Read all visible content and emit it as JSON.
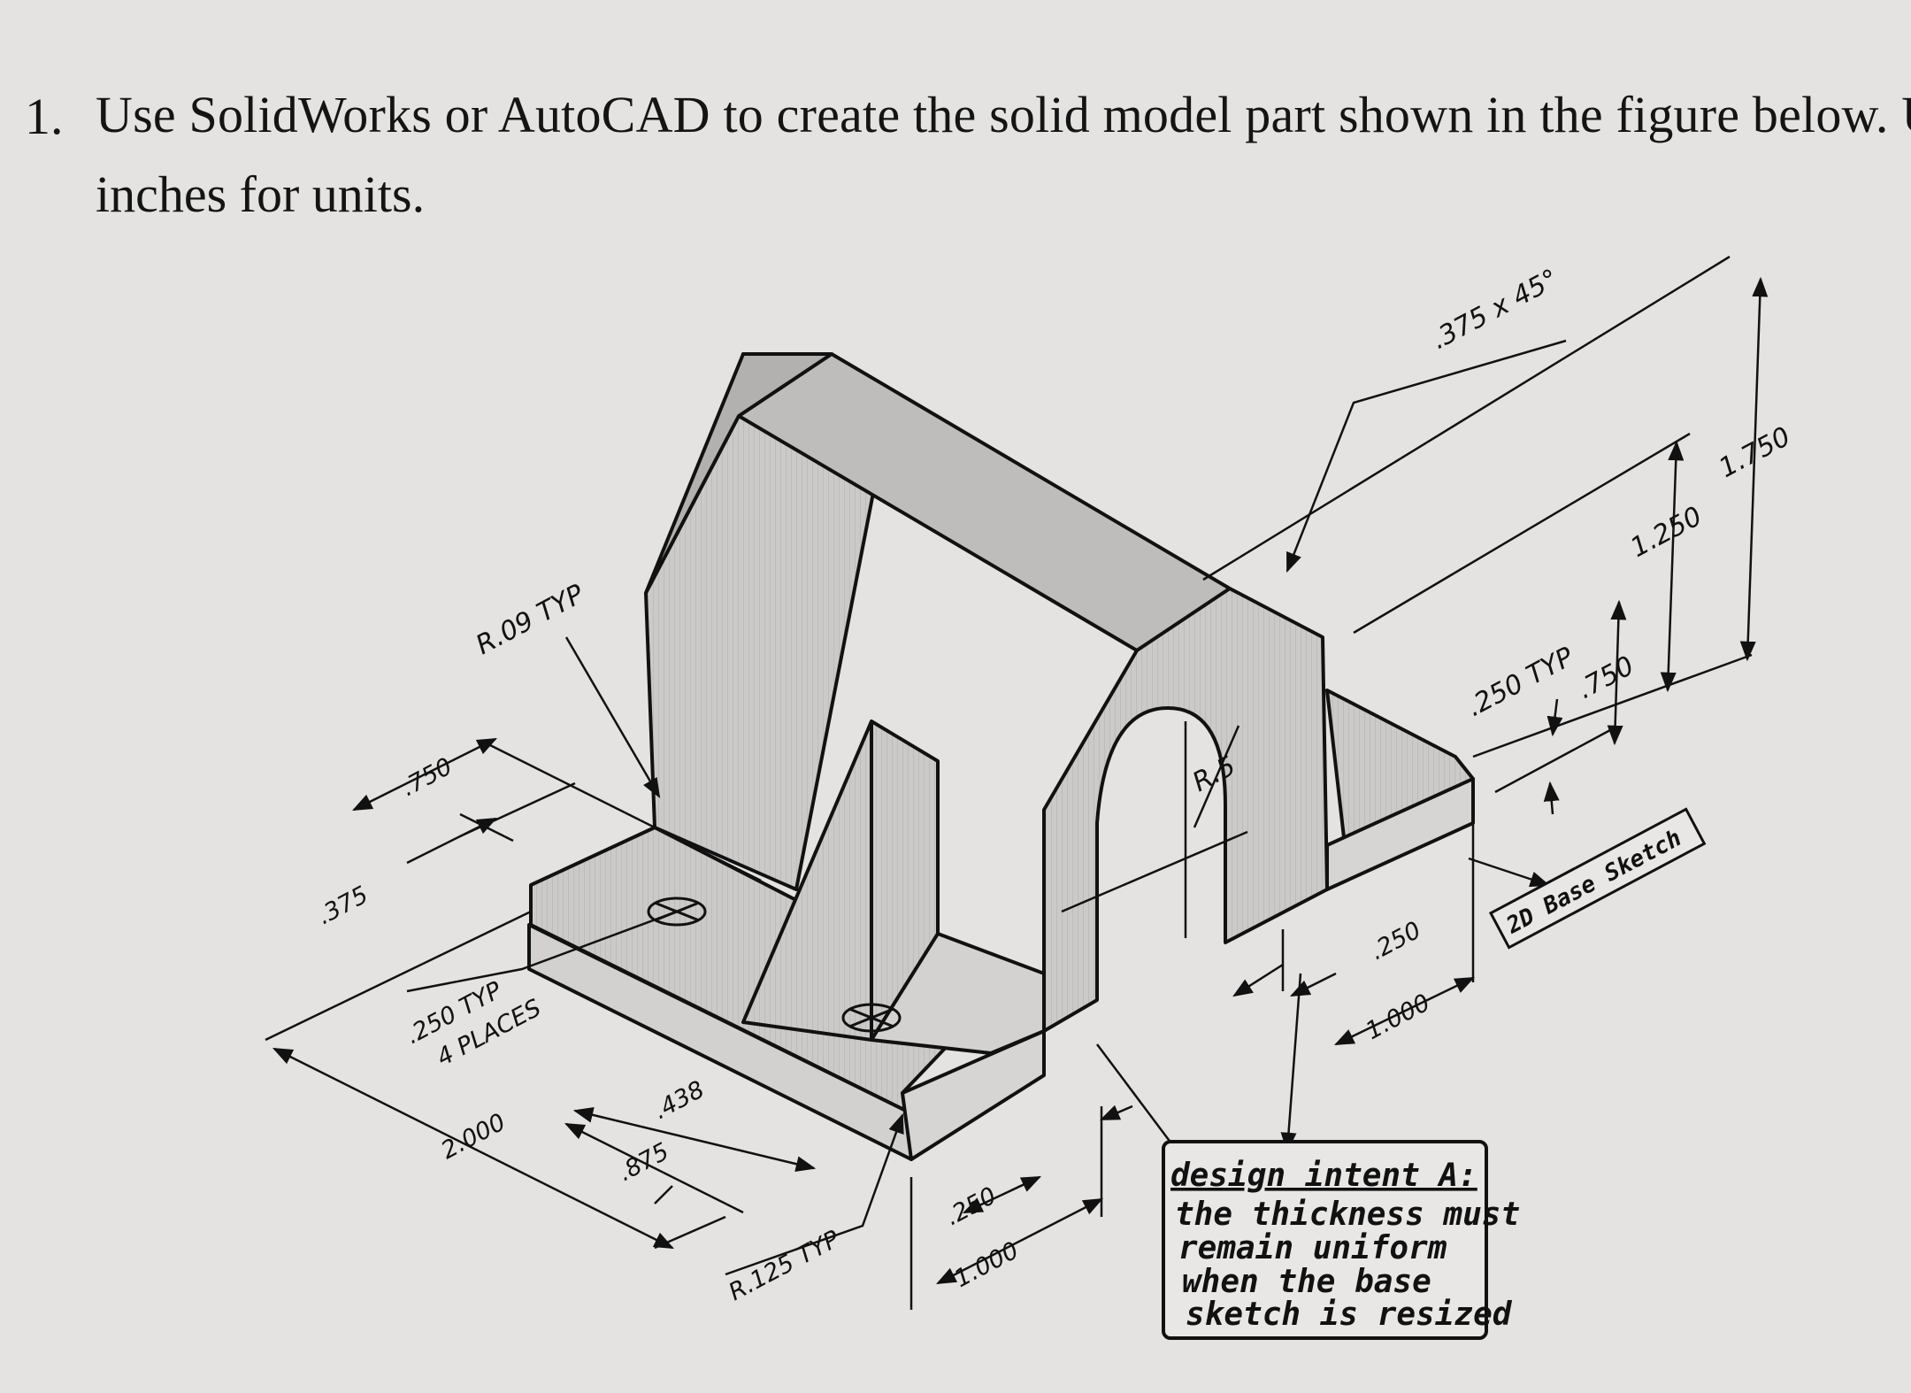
{
  "question": {
    "number": "1.",
    "line1": "Use SolidWorks or AutoCAD to create the solid model part shown in the figure below. Use",
    "line2": "inches for units."
  },
  "dimensions": {
    "chamfer": ".375 x 45°",
    "overall_height": "1.750",
    "upper_height": "1.250",
    "slot_height": ".750",
    "typ_thickness": ".250 TYP",
    "arch_radius": "R.5",
    "fillet_radius": "R.09 TYP",
    "front_width": ".750",
    "front_offset": ".375",
    "hole_thickness": ".250 TYP",
    "hole_places": "4 PLACES",
    "base_width": "2.000",
    "hole_offset_a": ".438",
    "hole_offset_b": ".875",
    "corner_radius": "R.125 TYP",
    "right_250": ".250",
    "right_1000": "1.000",
    "bottom_250": ".250",
    "bottom_1000": "1.000"
  },
  "callouts": {
    "base_sketch": "2D Base Sketch",
    "intent_title": "design intent A:",
    "intent_l1": "the thickness must",
    "intent_l2": "remain uniform",
    "intent_l3": "when the base",
    "intent_l4": "sketch is resized"
  },
  "colors": {
    "background": "#e4e3e1",
    "part_face": "#c9c8c6",
    "part_top": "#b7b6b4",
    "line": "#111111"
  }
}
